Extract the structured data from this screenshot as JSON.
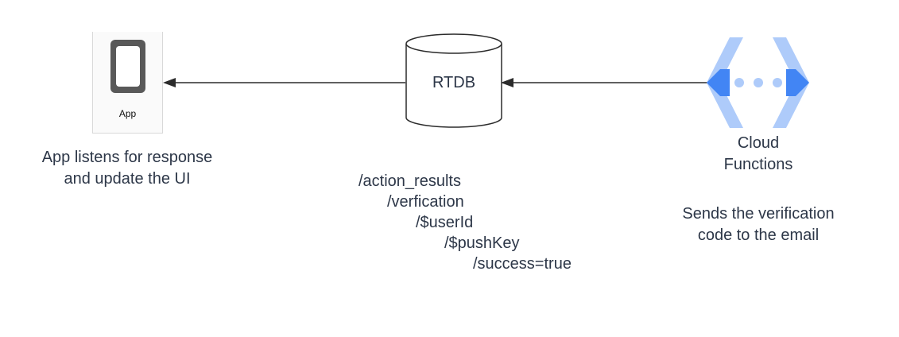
{
  "app": {
    "label": "App",
    "caption": [
      "App listens for response",
      "and update the UI"
    ]
  },
  "rtdb": {
    "label": "RTDB",
    "paths": [
      "/action_results",
      "/verfication",
      "/$userId",
      "/$pushKey",
      "/success=true"
    ]
  },
  "cloud_functions": {
    "title": [
      "Cloud",
      "Functions"
    ],
    "caption": [
      "Sends the verification",
      "code to the email"
    ]
  },
  "colors": {
    "arrow": "#2b2b2b",
    "cf_light_blue": "#aecbfa",
    "cf_dark_blue": "#4285f4",
    "phone": "#595959"
  }
}
